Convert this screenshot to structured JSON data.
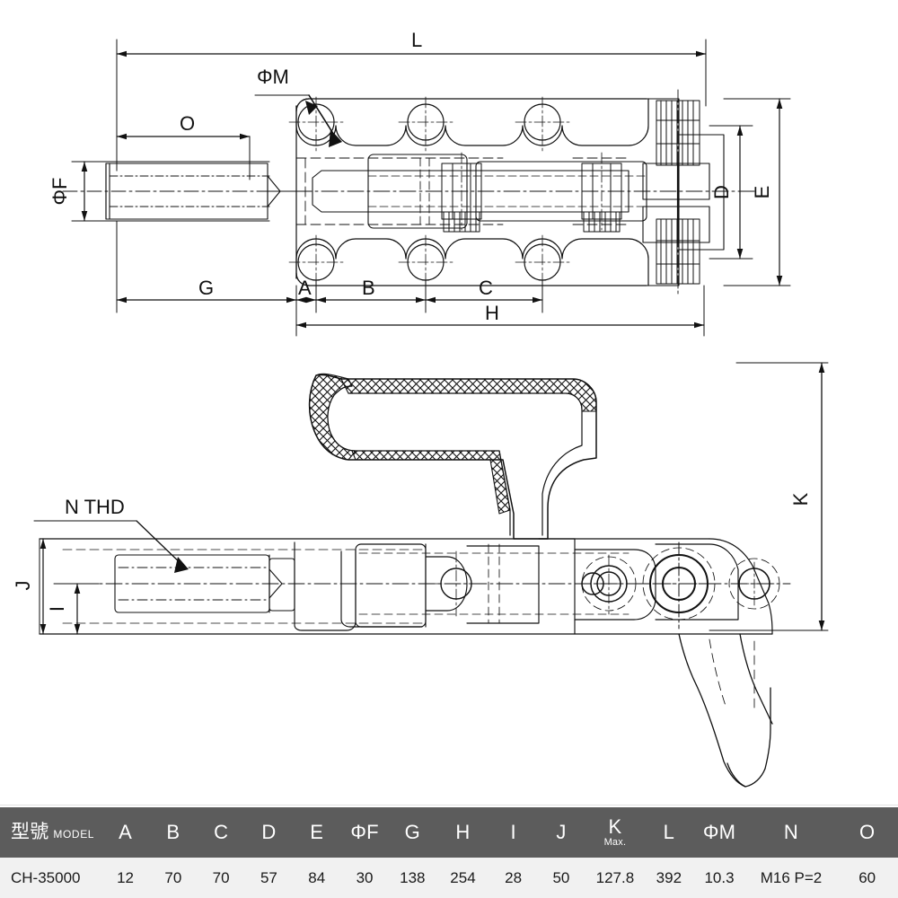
{
  "drawing": {
    "title_semantics": "toggle-clamp-technical-drawing",
    "top_view_labels": {
      "L": "L",
      "phiM": "ΦM",
      "O": "O",
      "phiF": "ΦF",
      "D": "D",
      "E": "E",
      "G": "G",
      "A": "A",
      "B": "B",
      "C": "C",
      "H": "H"
    },
    "side_view_labels": {
      "N_THD": "N  THD",
      "J": "J",
      "I": "I",
      "K": "K"
    }
  },
  "table": {
    "headers": [
      {
        "id": "model",
        "cn": "型號",
        "en": "MODEL",
        "sub": ""
      },
      {
        "id": "A",
        "label": "A",
        "sub": ""
      },
      {
        "id": "B",
        "label": "B",
        "sub": ""
      },
      {
        "id": "C",
        "label": "C",
        "sub": ""
      },
      {
        "id": "D",
        "label": "D",
        "sub": ""
      },
      {
        "id": "E",
        "label": "E",
        "sub": ""
      },
      {
        "id": "F",
        "label": "ΦF",
        "sub": ""
      },
      {
        "id": "G",
        "label": "G",
        "sub": ""
      },
      {
        "id": "H",
        "label": "H",
        "sub": ""
      },
      {
        "id": "I",
        "label": "I",
        "sub": ""
      },
      {
        "id": "J",
        "label": "J",
        "sub": ""
      },
      {
        "id": "K",
        "label": "K",
        "sub": "Max."
      },
      {
        "id": "L",
        "label": "L",
        "sub": ""
      },
      {
        "id": "M",
        "label": "ΦM",
        "sub": ""
      },
      {
        "id": "N",
        "label": "N",
        "sub": ""
      },
      {
        "id": "O",
        "label": "O",
        "sub": ""
      }
    ],
    "rows": [
      {
        "model": "CH-35000",
        "A": "12",
        "B": "70",
        "C": "70",
        "D": "57",
        "E": "84",
        "F": "30",
        "G": "138",
        "H": "254",
        "I": "28",
        "J": "50",
        "K": "127.8",
        "L": "392",
        "M": "10.3",
        "N": "M16 P=2",
        "O": "60"
      }
    ]
  },
  "colors": {
    "header_bg": "#5c5c5c",
    "header_text": "#ffffff",
    "row_bg": "#f1f1f1",
    "row_text": "#1a1a1a",
    "line": "#1a1a1a",
    "page_bg": "#ffffff"
  }
}
